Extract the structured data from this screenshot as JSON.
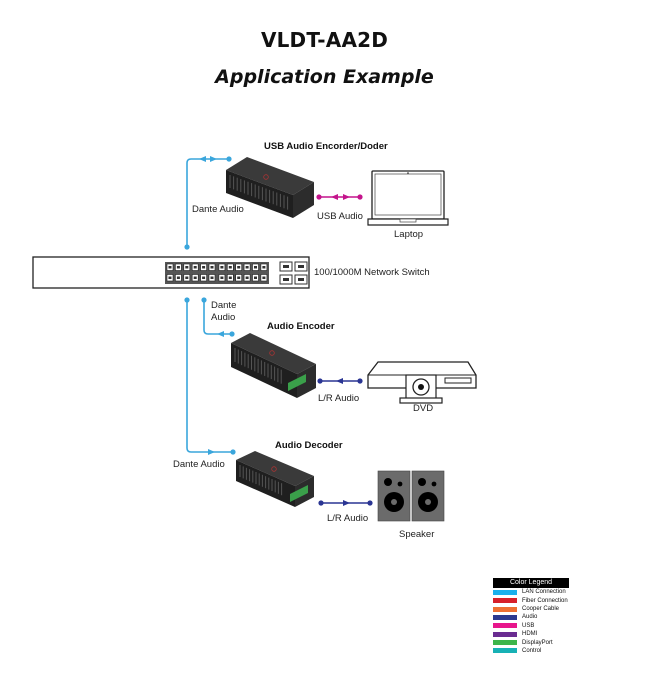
{
  "header": {
    "model": "VLDT-AA2D",
    "subtitle": "Application Example"
  },
  "devices": {
    "usb_codec": {
      "title": "USB Audio Encorder/Doder"
    },
    "laptop": {
      "label": "Laptop"
    },
    "switch": {
      "label": "100/1000M Network Switch"
    },
    "encoder": {
      "title": "Audio Encoder"
    },
    "dvd": {
      "label": "DVD"
    },
    "decoder": {
      "title": "Audio Decoder"
    },
    "speaker": {
      "label": "Speaker"
    }
  },
  "connections": {
    "dante_top": {
      "label": "Dante Audio",
      "type": "LAN Connection",
      "direction": "bidirectional"
    },
    "usb": {
      "label": "USB Audio",
      "type": "USB",
      "direction": "bidirectional"
    },
    "dante_encoder": {
      "label_line1": "Dante",
      "label_line2": "Audio",
      "type": "LAN Connection",
      "direction": "encoder-to-switch"
    },
    "lr_encoder": {
      "label": "L/R Audio",
      "type": "Audio",
      "direction": "dvd-to-encoder"
    },
    "dante_decoder": {
      "label": "Dante Audio",
      "type": "LAN Connection",
      "direction": "switch-to-decoder"
    },
    "lr_decoder": {
      "label": "L/R Audio",
      "type": "Audio",
      "direction": "decoder-to-speaker"
    }
  },
  "colors": {
    "lan": "#3aa6dc",
    "usb": "#c4148c",
    "audio": "#2a3593",
    "device_body": "#2b2b2b",
    "speaker_body": "#6b6b6b"
  },
  "legend": {
    "title": "Color Legend",
    "items": [
      {
        "label": "LAN Connection",
        "color": "#1ab0ec"
      },
      {
        "label": "Fiber Connection",
        "color": "#d7202a"
      },
      {
        "label": "Cooper Cable",
        "color": "#ee7033"
      },
      {
        "label": "Audio",
        "color": "#2b3990"
      },
      {
        "label": "USB",
        "color": "#e8168c"
      },
      {
        "label": "HDMI",
        "color": "#6a2c91"
      },
      {
        "label": "DisplayPort",
        "color": "#3cb54a"
      },
      {
        "label": "Control",
        "color": "#17b1b5"
      }
    ]
  }
}
